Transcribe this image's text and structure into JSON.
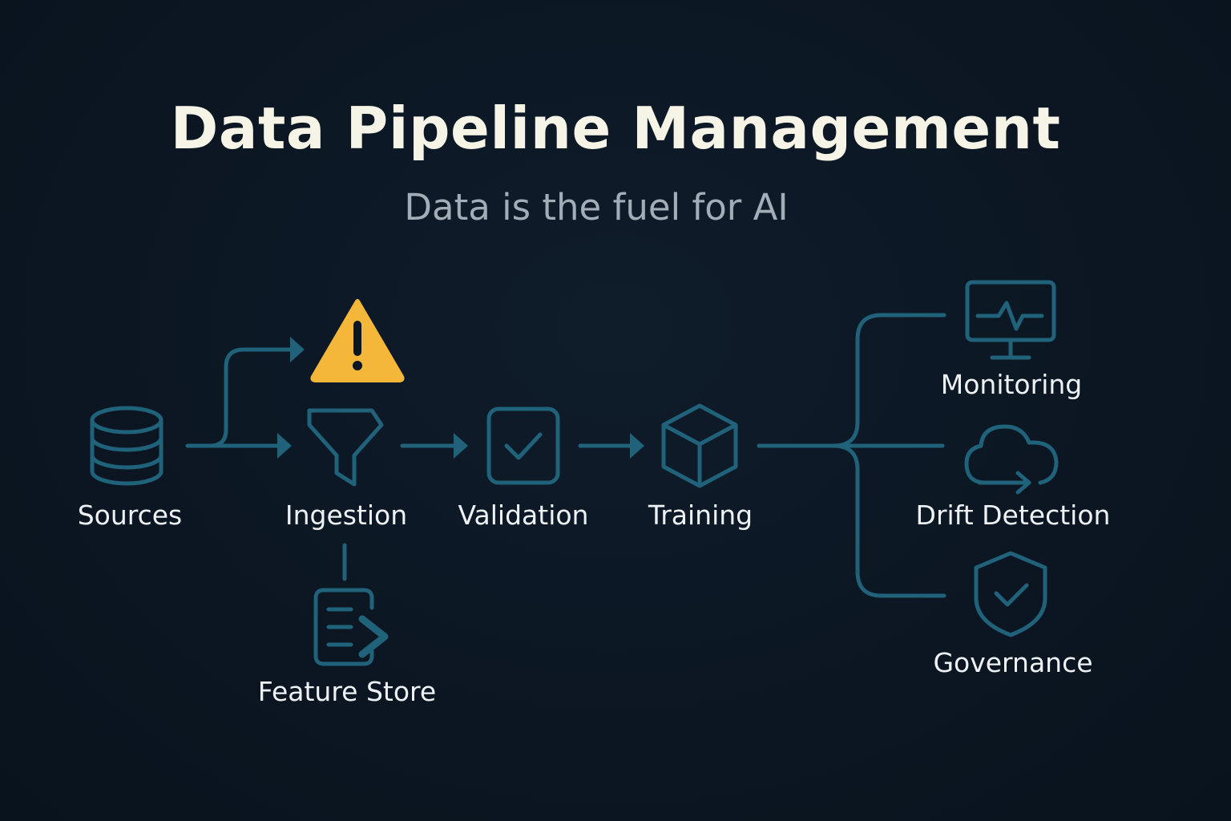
{
  "header": {
    "title": "Data Pipeline Management",
    "subtitle": "Data is the fuel for AI"
  },
  "nodes": {
    "sources": "Sources",
    "ingestion": "Ingestion",
    "validation": "Validation",
    "training": "Training",
    "feature_store": "Feature Store",
    "monitoring": "Monitoring",
    "drift_detection": "Drift Detection",
    "governance": "Governance"
  },
  "colors": {
    "background": "#0b1622",
    "title": "#f6f4e6",
    "subtitle": "#a3adb8",
    "accent": "#1f627a",
    "warning": "#f5b73a",
    "label": "#eef2f5"
  },
  "icons": {
    "sources": "database-icon",
    "ingestion": "funnel-icon",
    "validation": "checkbox-icon",
    "training": "cube-icon",
    "feature_store": "document-arrow-icon",
    "monitoring": "monitor-pulse-icon",
    "drift_detection": "cloud-arrow-icon",
    "governance": "shield-check-icon",
    "alert": "warning-icon"
  }
}
